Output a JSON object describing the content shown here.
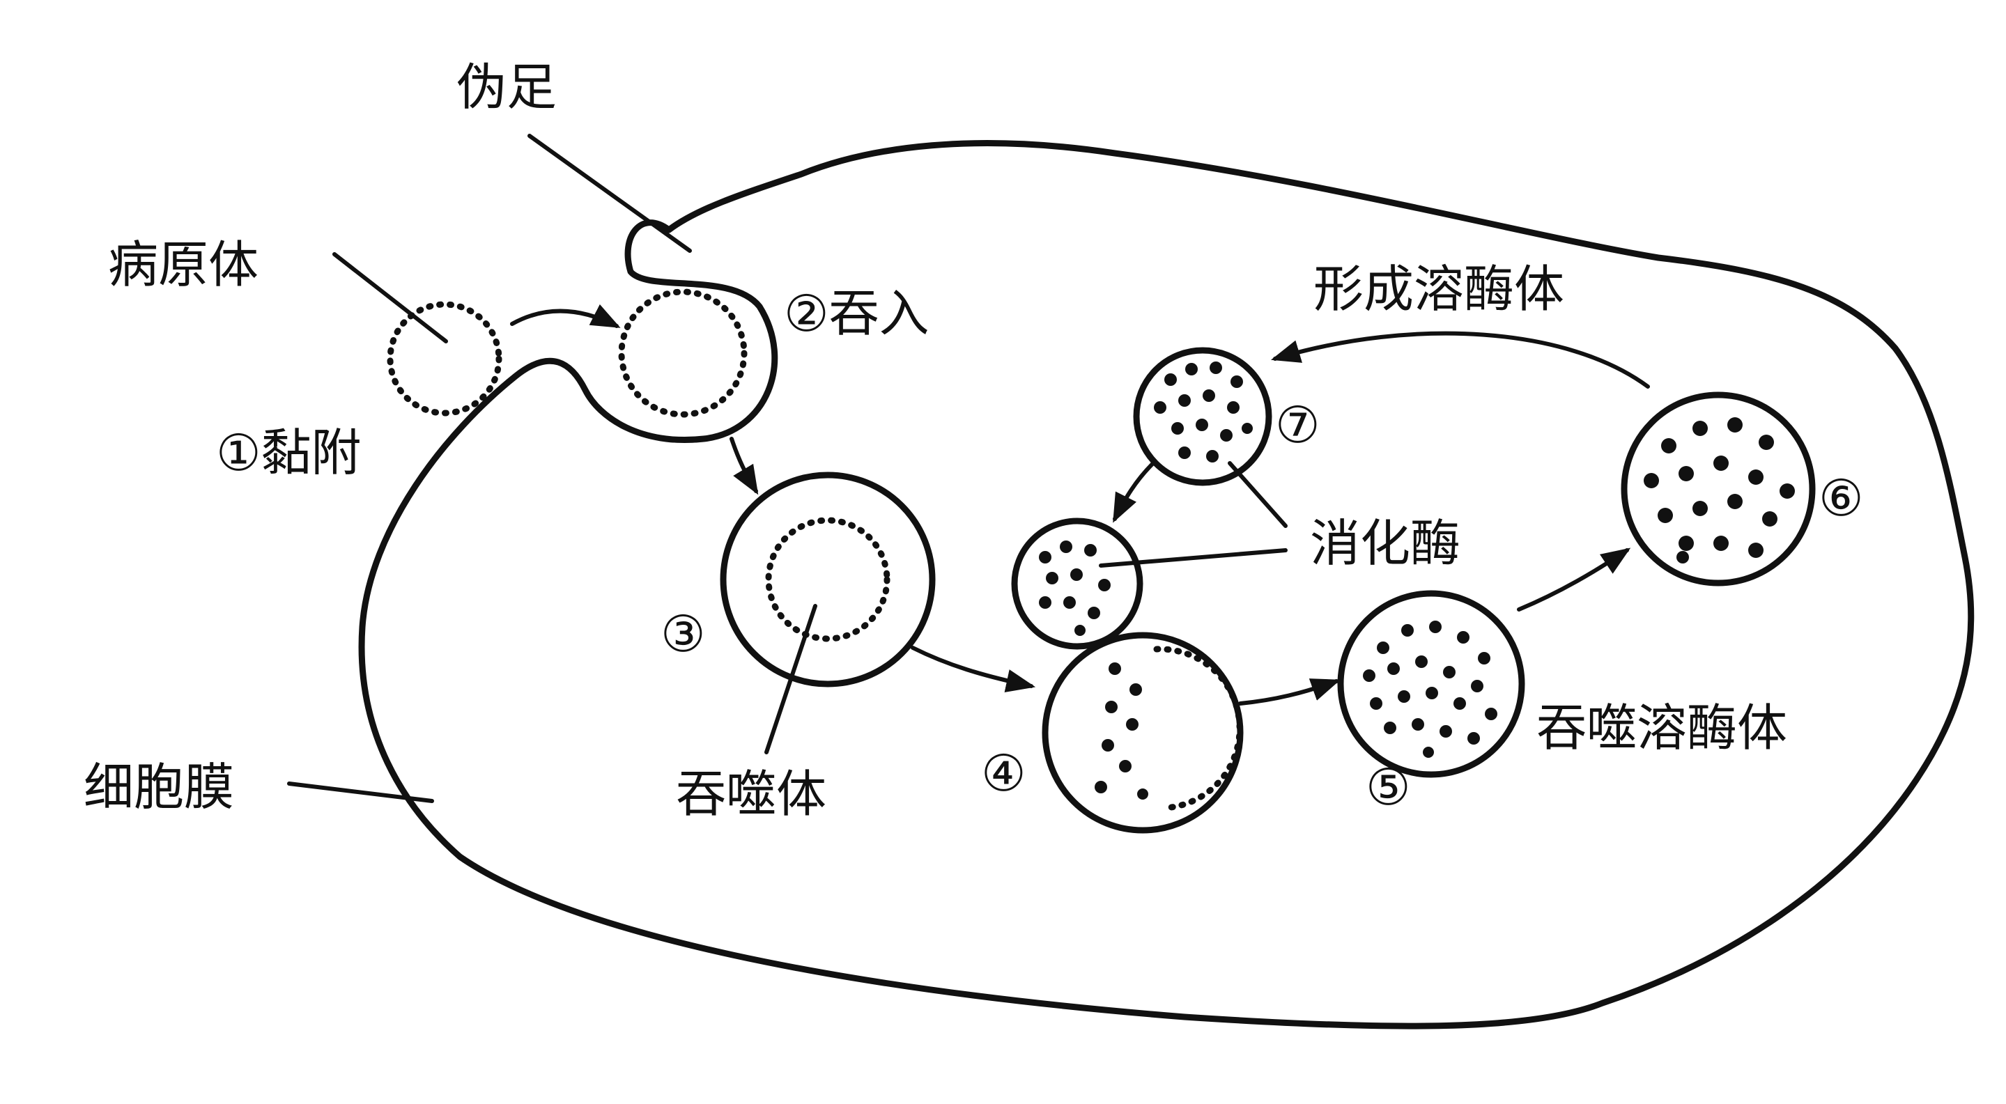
{
  "labels": {
    "pseudopod": "伪足",
    "pathogen": "病原体",
    "engulf": "②吞入",
    "adhere": "①黏附",
    "form_lysosome": "形成溶酶体",
    "step7": "⑦",
    "digestive_enzyme": "消化酶",
    "step6": "⑥",
    "step3": "③",
    "phagosome": "吞噬体",
    "step4": "④",
    "step5": "⑤",
    "phagolysosome": "吞噬溶酶体",
    "cell_membrane": "细胞膜"
  },
  "colors": {
    "ink": "#111111",
    "background": "#ffffff"
  }
}
